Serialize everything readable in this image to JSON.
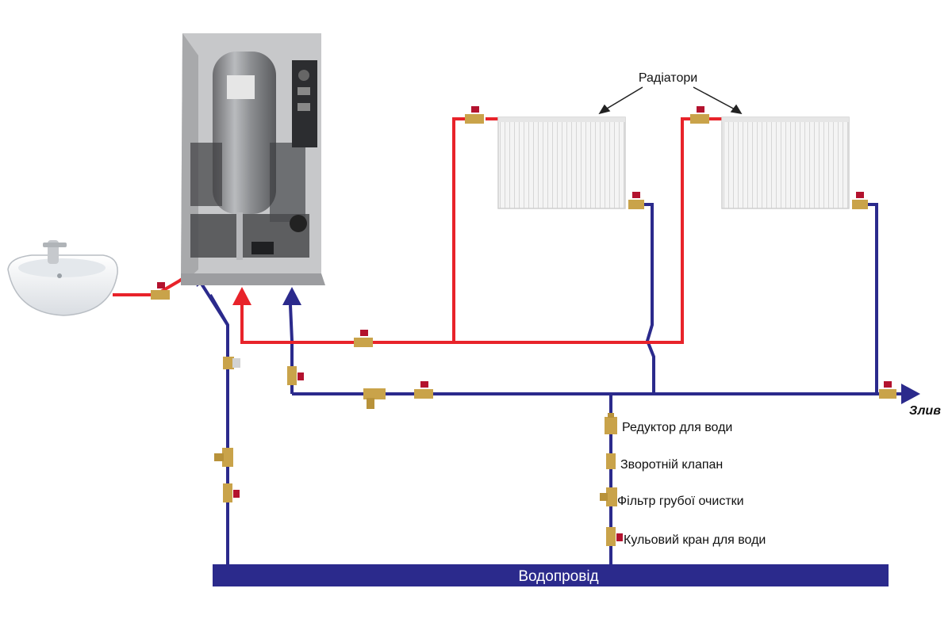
{
  "labels": {
    "radiators": "Радіатори",
    "drain": "Злив",
    "water_main": "Водопровід",
    "reducer": "Редуктор для води",
    "check_valve": "Зворотній  клапан",
    "coarse_filter": "Фільтр грубої очистки",
    "ball_valve": "Кульовий  кран для води"
  },
  "colors": {
    "hot_pipe": "#e8232a",
    "cold_pipe": "#2b2a8c",
    "valve_handle": "#b3122e",
    "brass": "#c9a34a",
    "radiator": "#f2f2f2"
  },
  "icons": {
    "boiler": "boiler-icon",
    "sink": "sink-icon",
    "radiator": "radiator-icon",
    "valve": "ball-valve-icon",
    "filter": "filter-icon"
  }
}
